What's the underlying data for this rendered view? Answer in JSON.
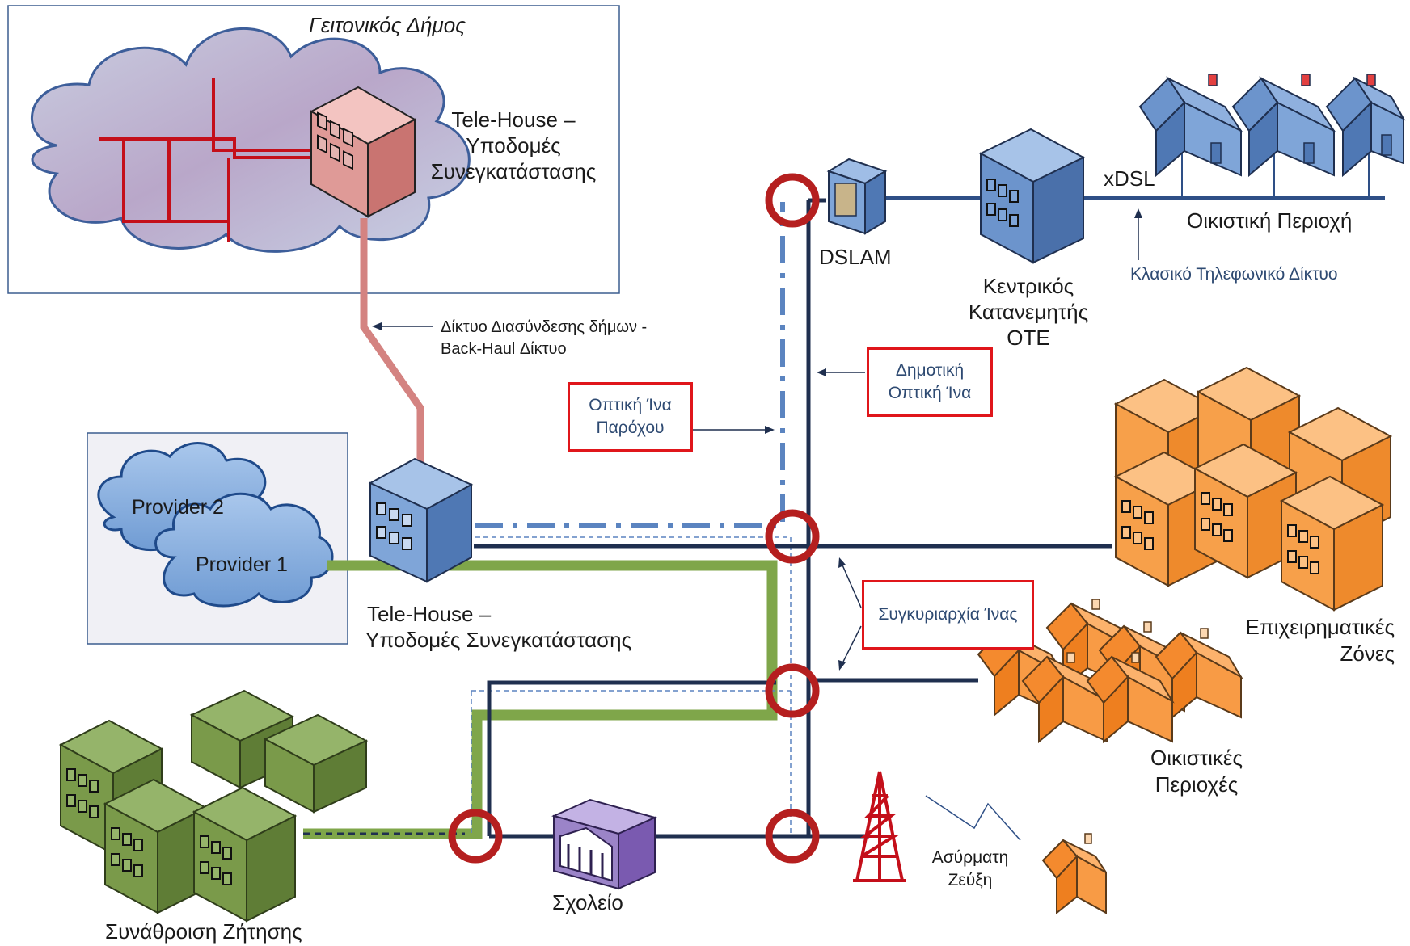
{
  "labels": {
    "neighbor_municipality": "Γειτονικός Δήμος",
    "telehouse_top_1": "Tele-House –",
    "telehouse_top_2": "Υποδομές",
    "telehouse_top_3": "Συνεγκατάστασης",
    "backhaul_1": "Δίκτυο Διασύνδεσης δήμων -",
    "backhaul_2": "Back-Haul Δίκτυο",
    "dslam": "DSLAM",
    "central_1": "Κεντρικός",
    "central_2": "Κατανεμητής",
    "central_3": "ΟΤΕ",
    "xdsl": "xDSL",
    "residential_area": "Οικιστική Περιοχή",
    "classic_network": "Κλασικό Τηλεφωνικό Δίκτυο",
    "municipal_fiber_1": "Δημοτική",
    "municipal_fiber_2": "Οπτική Ίνα",
    "provider_fiber_1": "Οπτική Ίνα",
    "provider_fiber_2": "Παρόχου",
    "provider_2": "Provider 2",
    "provider_1": "Provider 1",
    "telehouse_mid_1": "Tele-House –",
    "telehouse_mid_2": "Υποδομές Συνεγκατάστασης",
    "business_1": "Επιχειρηματικές",
    "business_2": "Ζόνες",
    "fiber_sovereignty": "Συγκυριαρχία Ίνας",
    "residential_areas_1": "Οικιστικές",
    "residential_areas_2": "Περιοχές",
    "wireless_1": "Ασύρματη",
    "wireless_2": "Ζεύξη",
    "school": "Σχολείο",
    "demand_aggregation": "Συνάθροιση Ζήτησης"
  },
  "colors": {
    "municipal_fiber": "#1f2f4f",
    "provider_fiber": "#5b84c0",
    "backhaul": "#d48381",
    "green_link": "#7fa64a",
    "node_ring": "#b51f1f",
    "annotation_box": "#e0161b"
  },
  "icons": [
    "cloud-icon",
    "building-icon",
    "dslam-icon",
    "house-icon",
    "radio-tower-icon",
    "school-icon",
    "lightning-link-icon"
  ]
}
